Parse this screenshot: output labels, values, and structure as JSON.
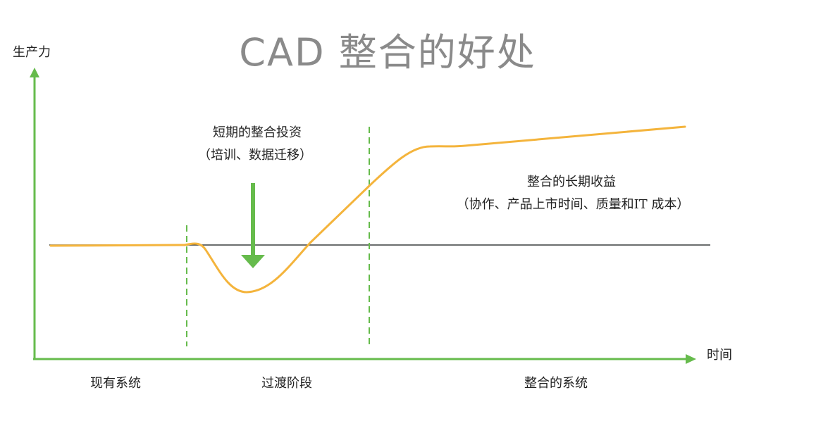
{
  "title": "CAD 整合的好处",
  "axes": {
    "y_label": "生产力",
    "x_label": "时间"
  },
  "annotations": {
    "short_term_title": "短期的整合投资",
    "short_term_detail": "（培训、数据迁移）",
    "long_term_title": "整合的长期收益",
    "long_term_detail": "（协作、产品上市时间、质量和IT 成本）"
  },
  "phases": [
    "现有系统",
    "过渡阶段",
    "整合的系统"
  ],
  "colors": {
    "axis": "#66bb4c",
    "curve": "#f4b43c",
    "baseline": "#3a3f3f",
    "arrow": "#66bb4c",
    "divider": "#66bb4c",
    "title": "#8a8a8a"
  }
}
